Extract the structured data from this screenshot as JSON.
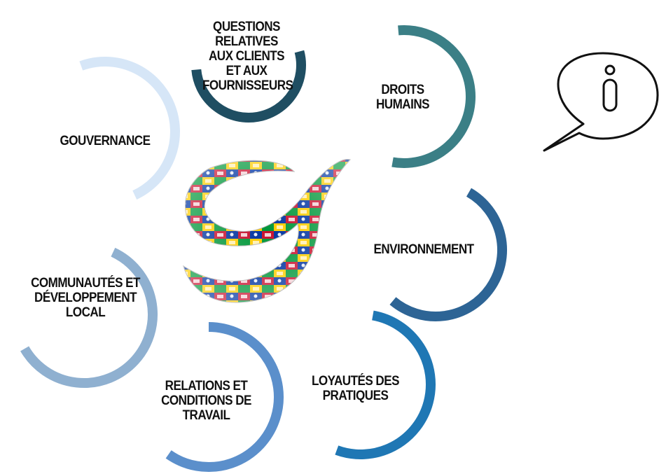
{
  "diagram": {
    "topics": [
      {
        "id": "clients",
        "lines": [
          "QUESTIONS",
          "RELATIVES",
          "AUX CLIENTS",
          "ET AUX",
          "FOURNISSEURS"
        ],
        "color": "#1f4e62"
      },
      {
        "id": "droits",
        "lines": [
          "DROITS",
          "HUMAINS"
        ],
        "color": "#3b7f86"
      },
      {
        "id": "environnement",
        "lines": [
          "ENVIRONNEMENT"
        ],
        "color": "#2d6495"
      },
      {
        "id": "loyautes",
        "lines": [
          "LOYAUTÉS DES",
          "PRATIQUES"
        ],
        "color": "#1f77b4"
      },
      {
        "id": "relations",
        "lines": [
          "RELATIONS ET",
          "CONDITIONS DE",
          "TRAVAIL"
        ],
        "color": "#5b8fcb"
      },
      {
        "id": "communautes",
        "lines": [
          "COMMUNAUTÉS ET",
          "DÉVELOPPEMENT",
          "LOCAL"
        ],
        "color": "#8fb0d0"
      },
      {
        "id": "gouvernance",
        "lines": [
          "GOUVERNANCE"
        ],
        "color": "#d6e6f7"
      }
    ],
    "center_logo": {
      "icon": "flags-swirl-logo",
      "colors": [
        "#c8102e",
        "#0033a0",
        "#ffcc00",
        "#009639",
        "#ffffff"
      ]
    },
    "info_button": {
      "icon": "info-speech-bubble-icon",
      "symbol": "i"
    }
  }
}
